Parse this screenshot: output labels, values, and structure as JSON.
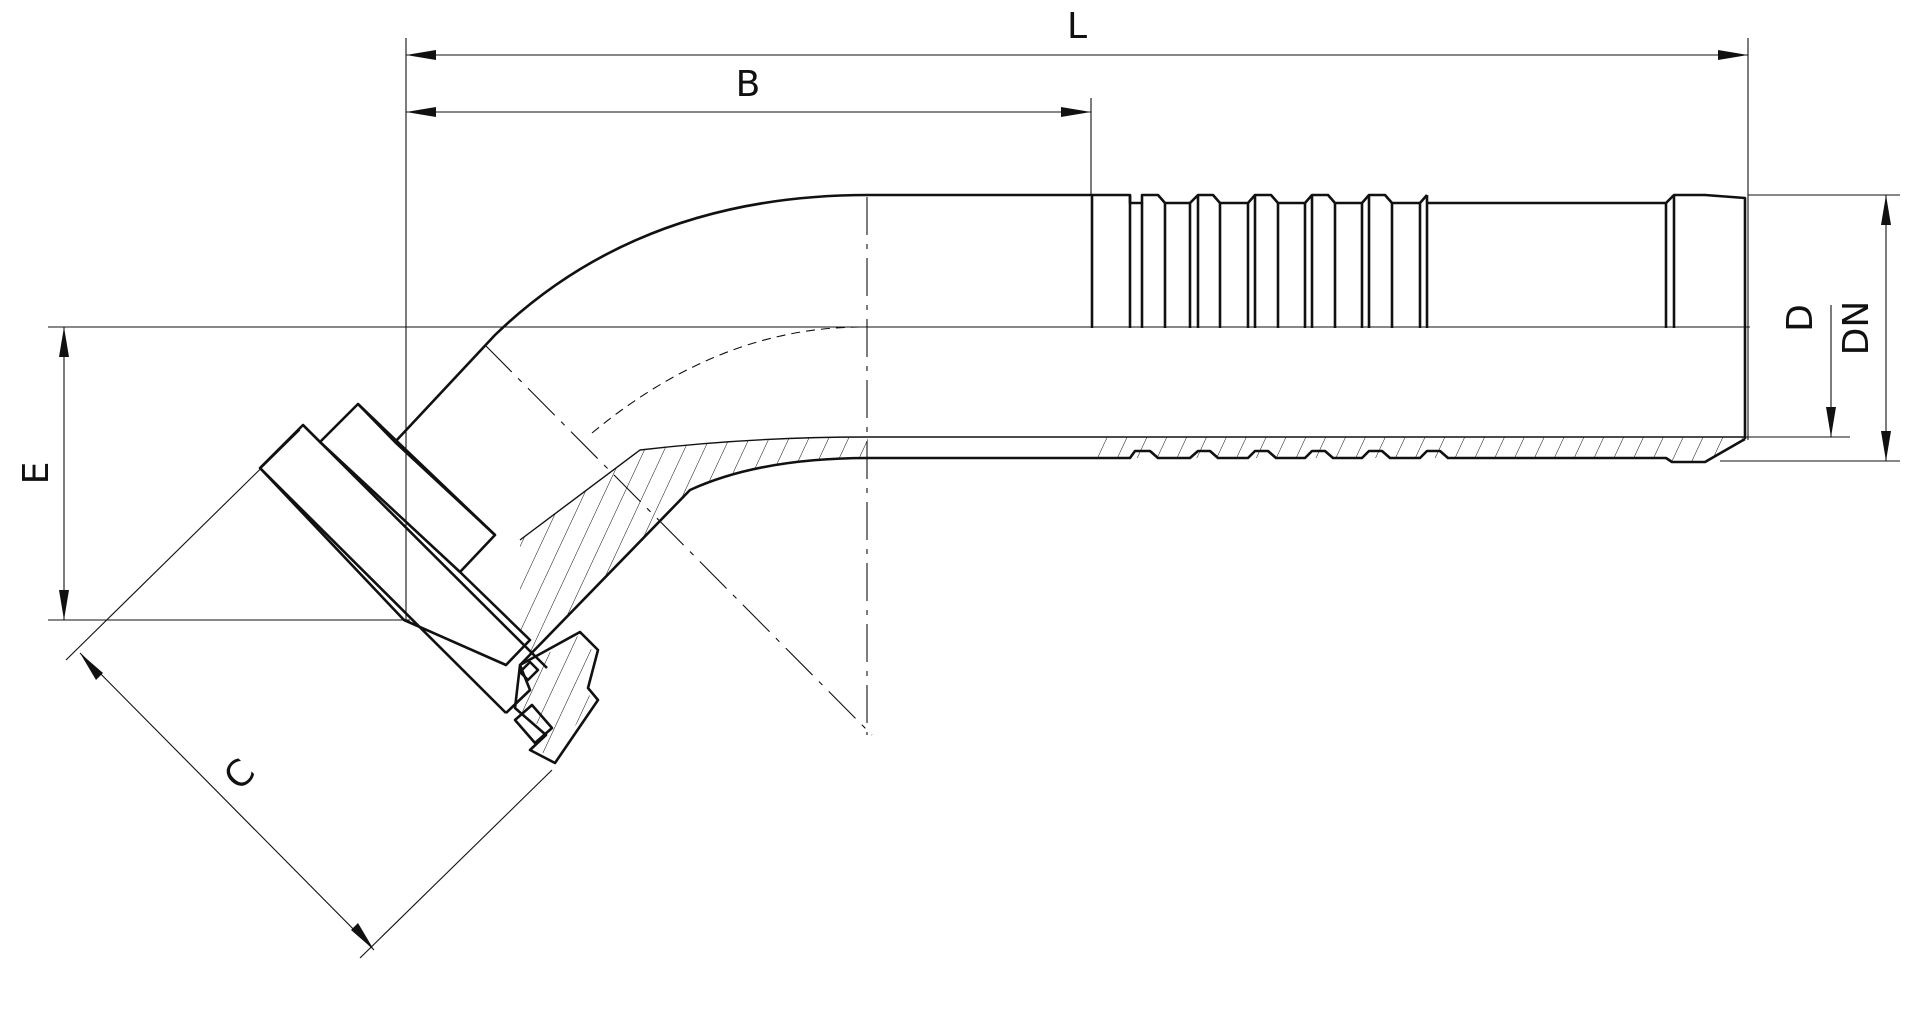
{
  "figure": {
    "dimension_labels": {
      "L": "L",
      "B": "B",
      "D": "D",
      "DN": "DN",
      "E": "E",
      "C": "C"
    }
  }
}
